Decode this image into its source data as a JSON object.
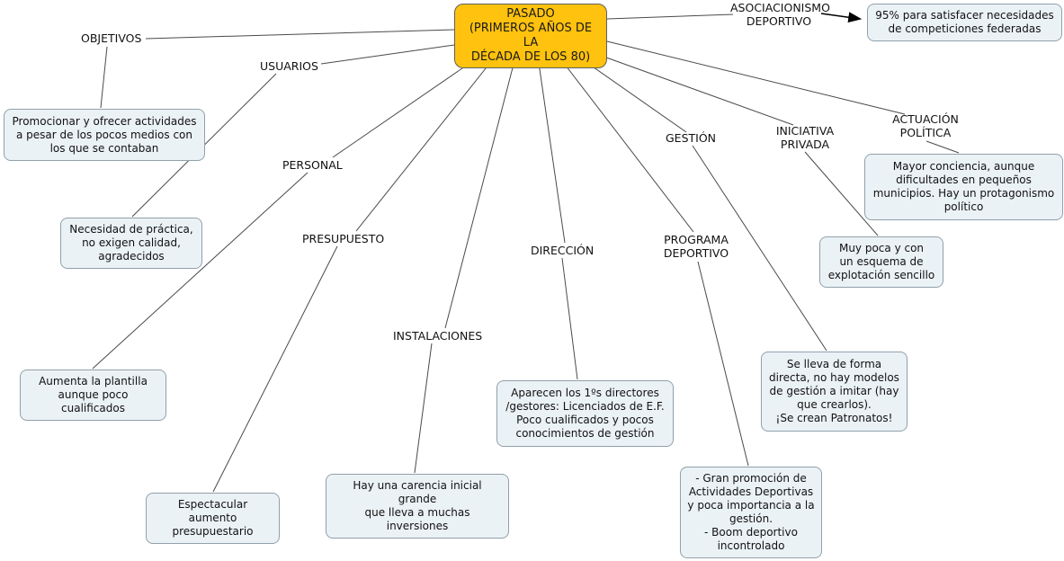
{
  "title": "Mapa conceptual: Pasado (primeros años de la década de los 80)",
  "colors": {
    "root_fill": "#FFC20E",
    "leaf_fill": "#EBF2F6",
    "leaf_border": "#90A0AA",
    "line": "#4A4A4A",
    "arrow": "#000000"
  },
  "root": {
    "label": "PASADO\n(PRIMEROS AÑOS DE LA\nDÉCADA DE LOS 80)"
  },
  "branches": [
    {
      "id": "objetivos",
      "label": "OBJETIVOS",
      "detail": "Promocionar y ofrecer actividades\na pesar de los pocos medios con\nlos que se contaban"
    },
    {
      "id": "usuarios",
      "label": "USUARIOS",
      "detail": "Necesidad de práctica,\nno exigen calidad,\nagradecidos"
    },
    {
      "id": "personal",
      "label": "PERSONAL",
      "detail": "Aumenta la plantilla\naunque poco cualificados"
    },
    {
      "id": "presupuesto",
      "label": "PRESUPUESTO",
      "detail": "Espectacular aumento\npresupuestario"
    },
    {
      "id": "instalaciones",
      "label": "INSTALACIONES",
      "detail": "Hay una carencia inicial grande\nque lleva a muchas inversiones"
    },
    {
      "id": "direccion",
      "label": "DIRECCIÓN",
      "detail": "Aparecen los 1ºs directores\n/gestores: Licenciados de E.F.\nPoco cualificados y pocos\nconocimientos de gestión"
    },
    {
      "id": "gestion",
      "label": "GESTIÓN",
      "detail": "Se lleva de forma\ndirecta, no hay modelos\nde gestión a imitar (hay\nque crearlos).\n¡Se crean Patronatos!"
    },
    {
      "id": "programa-deportivo",
      "label": "PROGRAMA\nDEPORTIVO",
      "detail": "- Gran promoción de\nActividades Deportivas\ny poca importancia a la\ngestión.\n- Boom deportivo\nincontrolado"
    },
    {
      "id": "iniciativa-privada",
      "label": "INICIATIVA\nPRIVADA",
      "detail": "Muy poca y con\nun esquema de\nexplotación sencillo"
    },
    {
      "id": "actuacion-politica",
      "label": "ACTUACIÓN\nPOLÍTICA",
      "detail": "Mayor conciencia, aunque\ndificultades en pequeños\nmunicipios. Hay un protagonismo\npolítico"
    },
    {
      "id": "asociacionismo-deportivo",
      "label": "ASOCIACIONISMO\nDEPORTIVO",
      "detail": "95% para satisfacer necesidades\nde competiciones federadas"
    }
  ]
}
